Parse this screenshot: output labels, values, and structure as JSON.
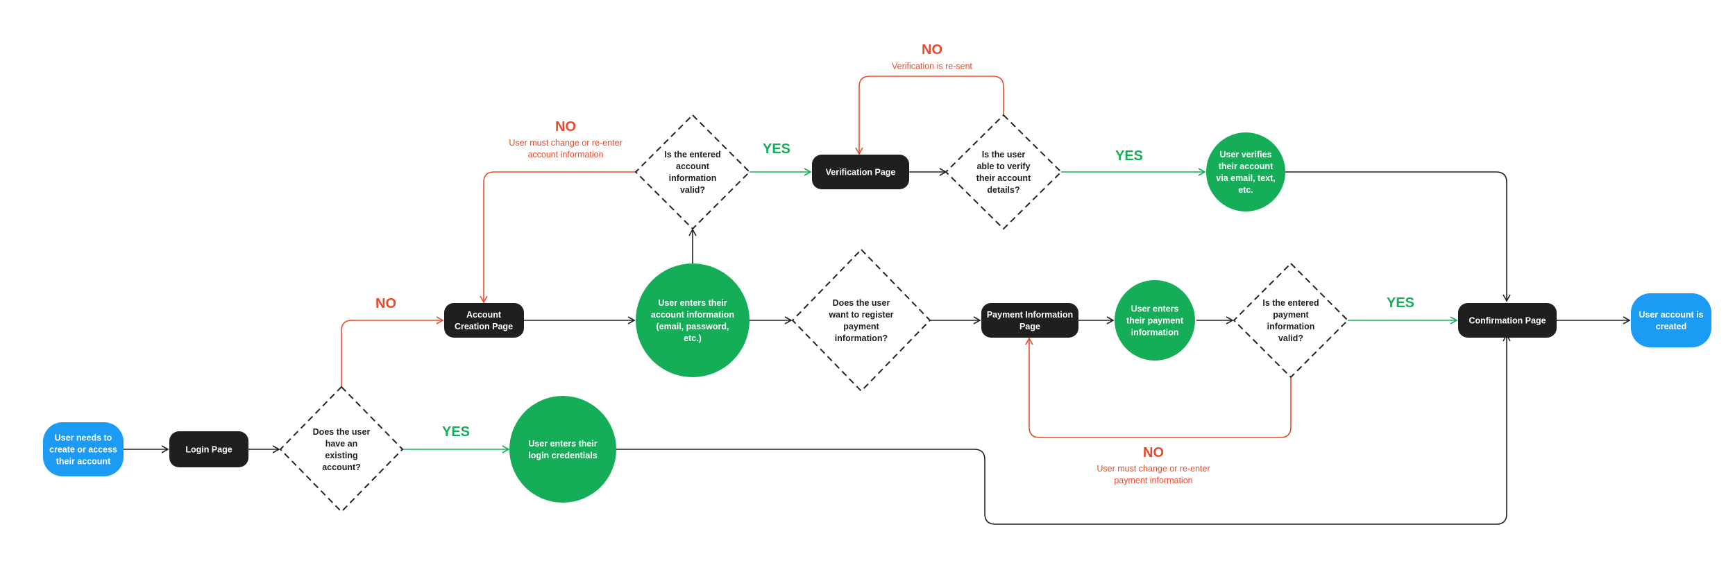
{
  "colors": {
    "blue": "#1c9bf5",
    "green": "#15ad58",
    "dark": "#1f1f1f",
    "red": "#e84a2c",
    "line": "#222222",
    "white": "#ffffff"
  },
  "nodes": {
    "start": [
      "User needs to",
      "create or access",
      "their account"
    ],
    "login": [
      "Login Page"
    ],
    "existing": [
      "Does the user",
      "have an",
      "existing",
      "account?"
    ],
    "credentials": [
      "User enters their",
      "login credentials"
    ],
    "account_creation": [
      "Account",
      "Creation Page"
    ],
    "account_info": [
      "User enters their",
      "account information",
      "(email, password,",
      "etc.)"
    ],
    "valid_account": [
      "Is the entered",
      "account",
      "information",
      "valid?"
    ],
    "verification_page": [
      "Verification Page"
    ],
    "verify_q": [
      "Is the user",
      "able to verify",
      "their account",
      "details?"
    ],
    "verifies": [
      "User verifies",
      "their account",
      "via email, text,",
      "etc."
    ],
    "register_payment": [
      "Does the user",
      "want to register",
      "payment",
      "information?"
    ],
    "payment_page": [
      "Payment Information",
      "Page"
    ],
    "payment_info": [
      "User enters",
      "their payment",
      "information"
    ],
    "valid_payment": [
      "Is the entered",
      "payment",
      "information",
      "valid?"
    ],
    "confirmation": [
      "Confirmation Page"
    ],
    "created": [
      "User account is",
      "created"
    ]
  },
  "labels": {
    "yes_existing": "YES",
    "no_existing": "NO",
    "yes_account_valid": "YES",
    "no_account_valid": "NO",
    "no_account_valid_note": [
      "User must change or re-enter",
      "account information"
    ],
    "no_verify": "NO",
    "no_verify_note": [
      "Verification is re-sent"
    ],
    "yes_verify": "YES",
    "yes_payment_valid": "YES",
    "no_payment_valid": "NO",
    "no_payment_valid_note": [
      "User must change or re-enter",
      "payment information"
    ]
  }
}
